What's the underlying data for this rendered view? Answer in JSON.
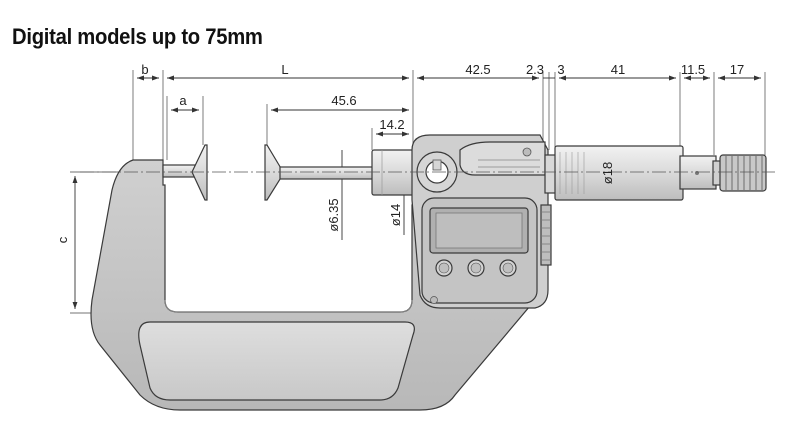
{
  "title": "Digital models up to 75mm",
  "dimensions": {
    "b": "b",
    "L": "L",
    "a": "a",
    "c": "c",
    "d_45_6": "45.6",
    "d_14_2": "14.2",
    "d_42_5": "42.5",
    "d_2_3": "2.3",
    "d_3": "3",
    "d_41": "41",
    "d_11_5": "11.5",
    "d_17": "17",
    "dia_6_35": "ø6.35",
    "dia_14": "ø14",
    "dia_18": "ø18"
  },
  "colors": {
    "frame": "#c4c4c4",
    "frame_dark": "#a9a9a9",
    "insulator": "#d2d2d2",
    "display": "#b9b9b9",
    "metal": "#e2e2e2"
  }
}
